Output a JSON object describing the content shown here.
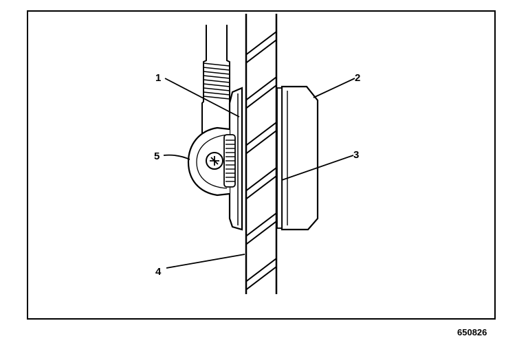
{
  "figure": {
    "callouts": [
      {
        "id": "1",
        "label": "1"
      },
      {
        "id": "2",
        "label": "2"
      },
      {
        "id": "3",
        "label": "3"
      },
      {
        "id": "4",
        "label": "4"
      },
      {
        "id": "5",
        "label": "5"
      }
    ],
    "figure_id": "650826",
    "colors": {
      "ink": "#000000",
      "paper": "#ffffff"
    }
  }
}
